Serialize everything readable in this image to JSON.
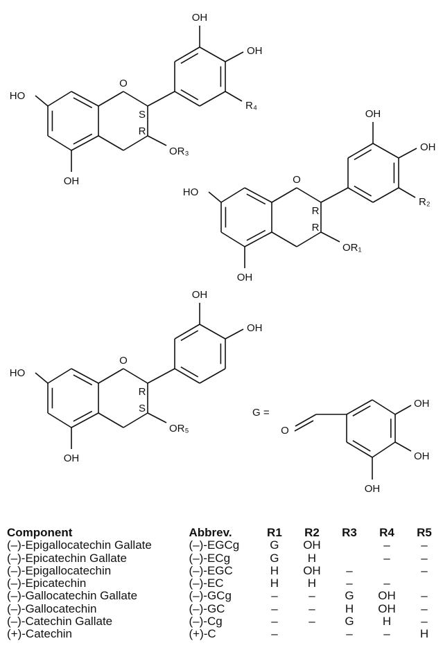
{
  "structures": [
    {
      "ho_left": "HO",
      "oh_bottom": "OH",
      "ring_o": "O",
      "c2_config": "S",
      "c3_config": "R",
      "c3_sub": "OR₃",
      "oh_top": "OH",
      "oh_right": "OH",
      "r_sub": "R₄"
    },
    {
      "ho_left": "HO",
      "oh_bottom": "OH",
      "ring_o": "O",
      "c2_config": "R",
      "c3_config": "R",
      "c3_sub": "OR₁",
      "oh_top": "OH",
      "oh_right": "OH",
      "r_sub": "R₂"
    },
    {
      "ho_left": "HO",
      "oh_bottom": "OH",
      "ring_o": "O",
      "c2_config": "R",
      "c3_config": "S",
      "c3_sub": "OR₅",
      "oh_top": "OH",
      "oh_right": "OH"
    }
  ],
  "gallate": {
    "label": "G =",
    "carbonyl_o": "O",
    "oh_top": "OH",
    "oh_right": "OH",
    "oh_bottom": "OH"
  },
  "table": {
    "headers": [
      "Component",
      "Abbrev.",
      "R1",
      "R2",
      "R3",
      "R4",
      "R5"
    ],
    "rows": [
      [
        "(–)-Epigallocatechin Gallate",
        "(–)-EGCg",
        "G",
        "OH",
        "",
        "–",
        "–"
      ],
      [
        "(–)-Epicatechin Gallate",
        "(–)-ECg",
        "G",
        "H",
        "",
        "–",
        "–"
      ],
      [
        "(–)-Epigallocatechin",
        "(–)-EGC",
        "H",
        "OH",
        "–",
        "",
        "–"
      ],
      [
        "(–)-Epicatechin",
        "(–)-EC",
        "H",
        "H",
        "–",
        "–",
        ""
      ],
      [
        "(–)-Gallocatechin Gallate",
        "(–)-GCg",
        "–",
        "–",
        "G",
        "OH",
        "–"
      ],
      [
        "(–)-Gallocatechin",
        "(–)-GC",
        "–",
        "–",
        "H",
        "OH",
        "–"
      ],
      [
        "(–)-Catechin Gallate",
        "(–)-Cg",
        "–",
        "–",
        "G",
        "H",
        "–"
      ],
      [
        "(+)-Catechin",
        "(+)-C",
        "–",
        "",
        "–",
        "–",
        "H"
      ]
    ]
  }
}
